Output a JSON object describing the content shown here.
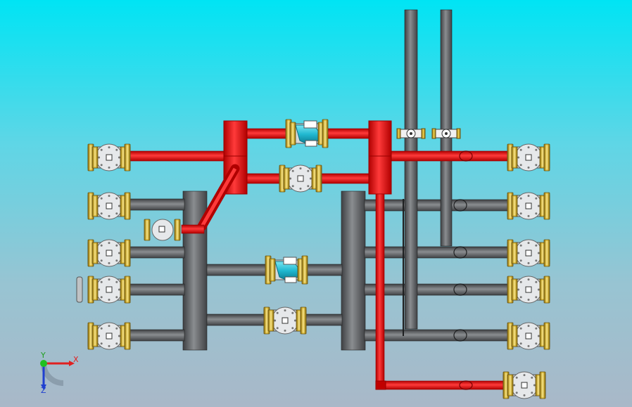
{
  "scene": {
    "type": "3d-piping-assembly",
    "view": "front",
    "background": {
      "top": "#00e4f4",
      "bottom": "#a9b8c8"
    },
    "colors": {
      "hot_pipe": "#e81010",
      "cold_pipe": "#5a5d60",
      "valve_body": "#e2e2e2",
      "flange": "#e8c436",
      "strainer": "#27c3d8"
    }
  },
  "axis_triad": {
    "x_label": "X",
    "y_label": "Y",
    "z_label": "Z"
  }
}
